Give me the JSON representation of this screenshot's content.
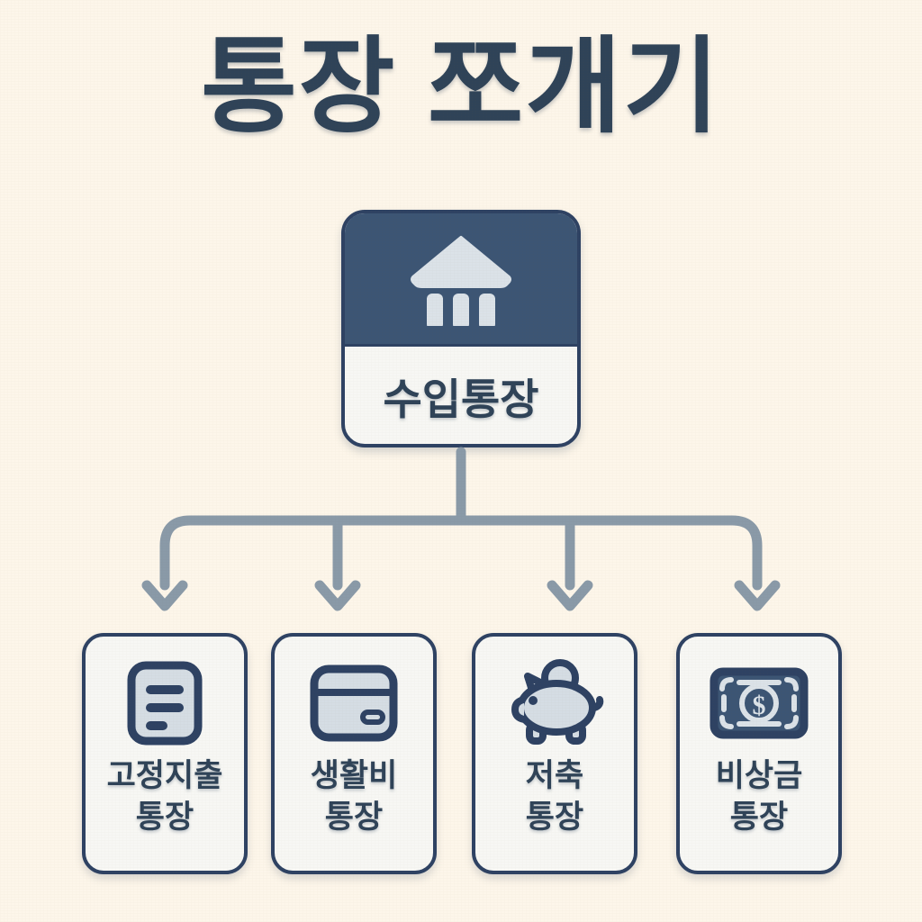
{
  "page": {
    "title": "통장 쪼개기",
    "background_color": "#fdf6ea",
    "accent_dark": "#2e4263",
    "accent_navy_fill": "#3c5574",
    "text_color": "#2f4358",
    "icon_light": "#dbe2e8",
    "connector_color": "#8a9aa8",
    "card_bg": "#f7f7f4"
  },
  "root": {
    "label": "수입통장",
    "icon": "bank-building-icon"
  },
  "connector": {
    "type": "one-to-many-branch",
    "branch_count": 4,
    "arrow_style": "chevron-arrowhead",
    "color": "#8a9aa8"
  },
  "leaves": [
    {
      "label": "고정지출\n통장",
      "icon": "document-lines-icon"
    },
    {
      "label": "생활비\n통장",
      "icon": "wallet-card-icon"
    },
    {
      "label": "저축\n통장",
      "icon": "piggy-bank-icon"
    },
    {
      "label": "비상금\n통장",
      "icon": "banknote-dollar-icon"
    }
  ]
}
